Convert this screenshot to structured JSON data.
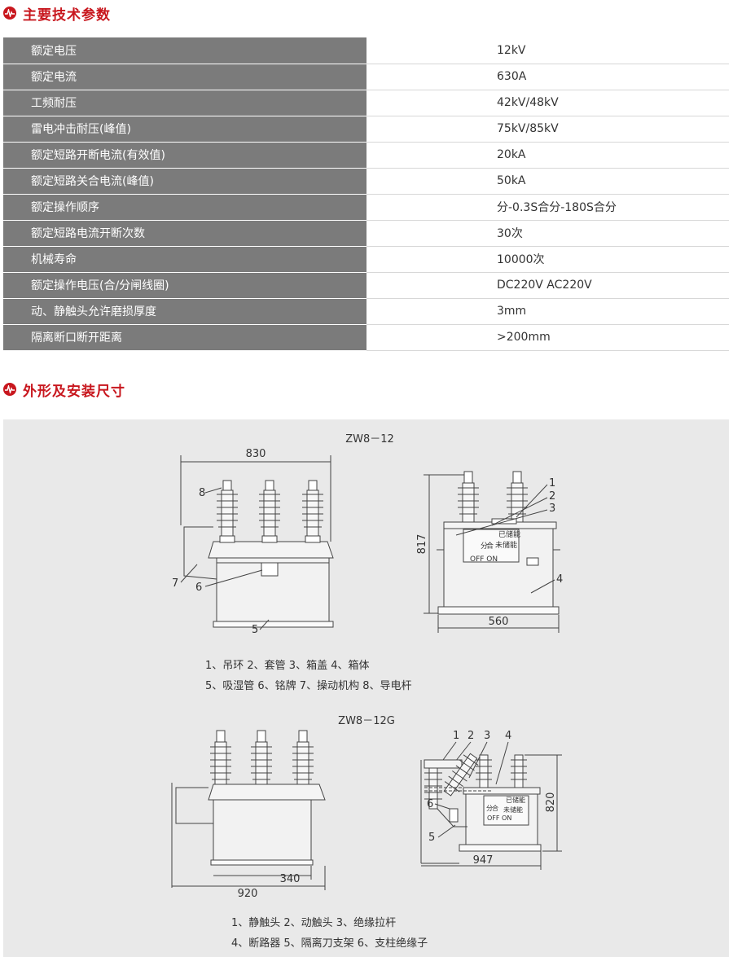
{
  "sections": {
    "specs_title": "主要技术参数",
    "dims_title": "外形及安装尺寸"
  },
  "specs": [
    {
      "label": "额定电压",
      "value": "12kV"
    },
    {
      "label": "额定电流",
      "value": "630A"
    },
    {
      "label": "工频耐压",
      "value": "42kV/48kV"
    },
    {
      "label": "雷电冲击耐压(峰值)",
      "value": "75kV/85kV"
    },
    {
      "label": "额定短路开断电流(有效值)",
      "value": "20kA"
    },
    {
      "label": "额定短路关合电流(峰值)",
      "value": "50kA"
    },
    {
      "label": "额定操作顺序",
      "value": "分-0.3S合分-180S合分"
    },
    {
      "label": "额定短路电流开断次数",
      "value": "30次"
    },
    {
      "label": "机械寿命",
      "value": "10000次"
    },
    {
      "label": "额定操作电压(合/分闸线圈)",
      "value": "DC220V AC220V"
    },
    {
      "label": "动、静触头允许磨损厚度",
      "value": "3mm"
    },
    {
      "label": "隔离断口断开距离",
      "value": ">200mm"
    }
  ],
  "diagram1": {
    "model": "ZW8－12",
    "dim_width": "830",
    "dim_height": "817",
    "dim_base": "560",
    "side_labels": [
      "8",
      "7",
      "6",
      "5"
    ],
    "right_labels": [
      "1",
      "2",
      "3",
      "4"
    ],
    "panel_charged": "已储能",
    "panel_uncharged": "未储能",
    "panel_off_on": "OFF  ON",
    "panel_fen": "分",
    "panel_he": "合",
    "legend_line1": "1、吊环  2、套管  3、箱盖  4、箱体",
    "legend_line2": "5、吸湿管  6、铭牌  7、操动机构  8、导电杆"
  },
  "diagram2": {
    "model": "ZW8－12G",
    "dim_bottom": "920",
    "dim_inner": "340",
    "dim_right_width": "947",
    "dim_height": "820",
    "top_labels": [
      "1",
      "2",
      "3",
      "4"
    ],
    "side_labels": [
      "6",
      "5"
    ],
    "panel_charged": "已储能",
    "panel_uncharged": "未储能",
    "panel_off_on": "OFF  ON",
    "panel_fen": "分",
    "panel_he": "合",
    "legend_line1": "1、静触头  2、动触头  3、绝缘拉杆",
    "legend_line2": "4、断路器  5、隔离刀支架  6、支柱绝缘子"
  },
  "colors": {
    "accent": "#c8171e",
    "label_bg": "#7b7b7b",
    "panel_bg": "#e9e9e9"
  }
}
